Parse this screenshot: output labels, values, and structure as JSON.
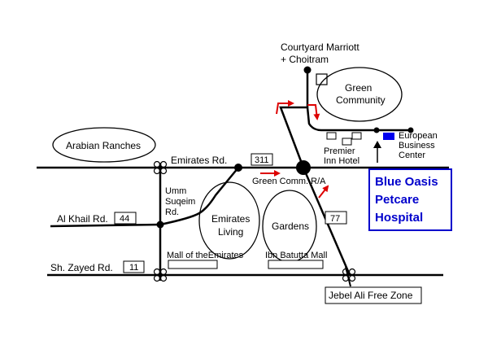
{
  "roads": {
    "emirates_rd": "Emirates Rd.",
    "emirates_rd_num": "311",
    "al_khail_rd": "Al Khail Rd.",
    "al_khail_rd_num": "44",
    "sh_zayed_rd": "Sh. Zayed Rd.",
    "sh_zayed_rd_num": "11",
    "umm_suqeim_rd": [
      "Umm",
      "Suqeim",
      "Rd."
    ],
    "road_77": "77"
  },
  "places": {
    "courtyard": [
      "Courtyard Marriott",
      "+ Choitram"
    ],
    "green_community": [
      "Green",
      "Community"
    ],
    "arabian_ranches": "Arabian Ranches",
    "emirates_living": [
      "Emirates",
      "Living"
    ],
    "gardens": "Gardens",
    "mall_of_emirates": "Mall of theEmirates",
    "ibn_batutta": "Ibn Batutta Mall",
    "premier_inn": [
      "Premier",
      "Inn Hotel"
    ],
    "european_business_center": [
      "European",
      "Business",
      "Center"
    ],
    "green_comm_ra": "Green Comm. R/A",
    "jebel_ali": "Jebel Ali Free Zone"
  },
  "destination": {
    "lines": [
      "Blue Oasis",
      "Petcare",
      "Hospital"
    ],
    "color": "#0000cc"
  },
  "colors": {
    "road": "#000000",
    "route_arrow": "#dd0000",
    "marker": "#0000ee"
  }
}
